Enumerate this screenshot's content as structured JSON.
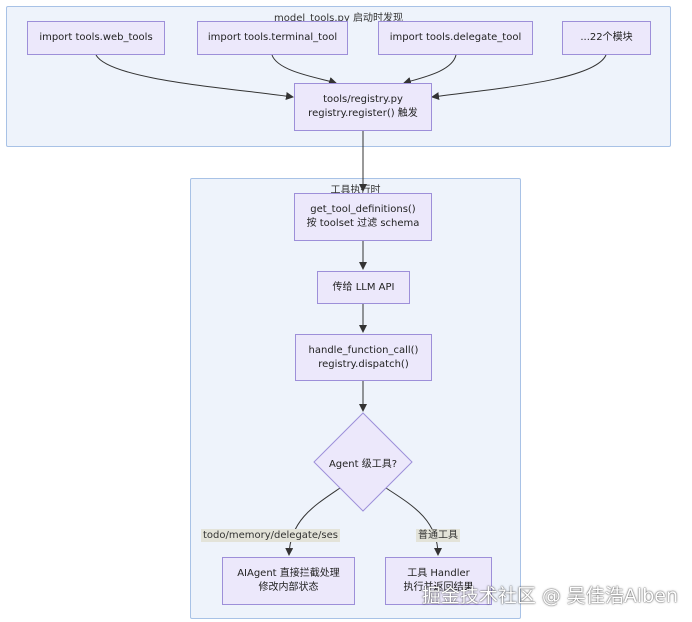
{
  "clusters": {
    "discovery": {
      "title": "model_tools.py 启动时发现"
    },
    "runtime": {
      "title": "工具执行时"
    }
  },
  "nodes": {
    "web_tools": {
      "lines": [
        "import tools.web_tools"
      ]
    },
    "terminal_tool": {
      "lines": [
        "import tools.terminal_tool"
      ]
    },
    "delegate_tool": {
      "lines": [
        "import tools.delegate_tool"
      ]
    },
    "more_modules": {
      "lines": [
        "...22个模块"
      ]
    },
    "registry": {
      "lines": [
        "tools/registry.py",
        "registry.register() 触发"
      ]
    },
    "get_defs": {
      "lines": [
        "get_tool_definitions()",
        "按 toolset 过滤 schema"
      ]
    },
    "llm_api": {
      "lines": [
        "传给 LLM API"
      ]
    },
    "handle_call": {
      "lines": [
        "handle_function_call()",
        "registry.dispatch()"
      ]
    },
    "decision": {
      "label": "Agent 级工具?"
    },
    "aiagent": {
      "lines": [
        "AIAgent 直接拦截处理",
        "修改内部状态"
      ]
    },
    "handler": {
      "lines": [
        "工具 Handler",
        "执行并返回结果"
      ]
    }
  },
  "edge_labels": {
    "agent_branch": "todo/memory/delegate/ses",
    "normal_branch": "普通工具"
  },
  "watermark": "掘金技术社区 @ 吴佳浩Alben",
  "colors": {
    "cluster_fill": "#eef3fb",
    "cluster_border": "#a8c2e6",
    "node_fill": "#ece8fb",
    "node_border": "#9d8fd9",
    "edge": "#333333"
  }
}
